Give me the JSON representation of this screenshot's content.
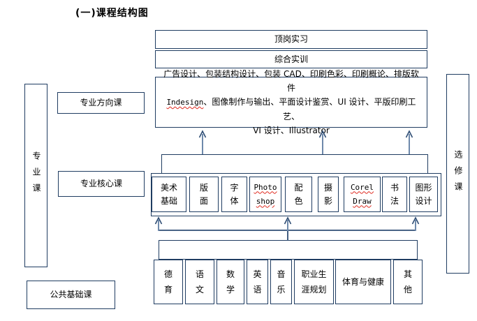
{
  "title": "(一)课程结构图",
  "colors": {
    "box_border": "#1f3c61",
    "arrow_shaft": "#6e89ab",
    "arrow_head": "#2e4d74",
    "spellcheck_squiggle": "#e02b20"
  },
  "rails": {
    "left_label": "专业课",
    "right_label": "选修课"
  },
  "category_labels": {
    "direction": "专业方向课",
    "core": "专业核心课",
    "public_basic": "公共基础课"
  },
  "practice_boxes": {
    "internship": "顶岗实习",
    "training": "综合实训"
  },
  "direction_course_box": {
    "line1": "广告设计、包装结构设计、包装 CAD、印刷色彩、印刷概论、排版软件",
    "line2_misspelled": "Indesign",
    "line2_rest": "、图像制作与输出、平面设计鉴赏、UI 设计、平版印刷工艺、",
    "line3": "VI 设计、Illustrator"
  },
  "core_courses": [
    {
      "line1": "美术",
      "line2": "基础"
    },
    {
      "line1": "版",
      "line2": "面"
    },
    {
      "line1": "字",
      "line2": "体"
    },
    {
      "line1": "Photo",
      "line2": "shop"
    },
    {
      "line1": "配",
      "line2": "色"
    },
    {
      "line1": "摄",
      "line2": "影"
    },
    {
      "line1": "Corel",
      "line2": "Draw"
    },
    {
      "line1": "书",
      "line2": "法"
    },
    {
      "line1": "图形",
      "line2": "设计"
    }
  ],
  "basic_courses": [
    {
      "line1": "德",
      "line2": "育"
    },
    {
      "line1": "语",
      "line2": "文"
    },
    {
      "line1": "数",
      "line2": "学"
    },
    {
      "line1": "英",
      "line2": "语"
    },
    {
      "line1": "音",
      "line2": "乐"
    },
    {
      "line1": "职业生",
      "line2": "涯规划"
    },
    {
      "line1": "体育与健康",
      "line2": ""
    },
    {
      "line1": "其",
      "line2": "他"
    }
  ]
}
